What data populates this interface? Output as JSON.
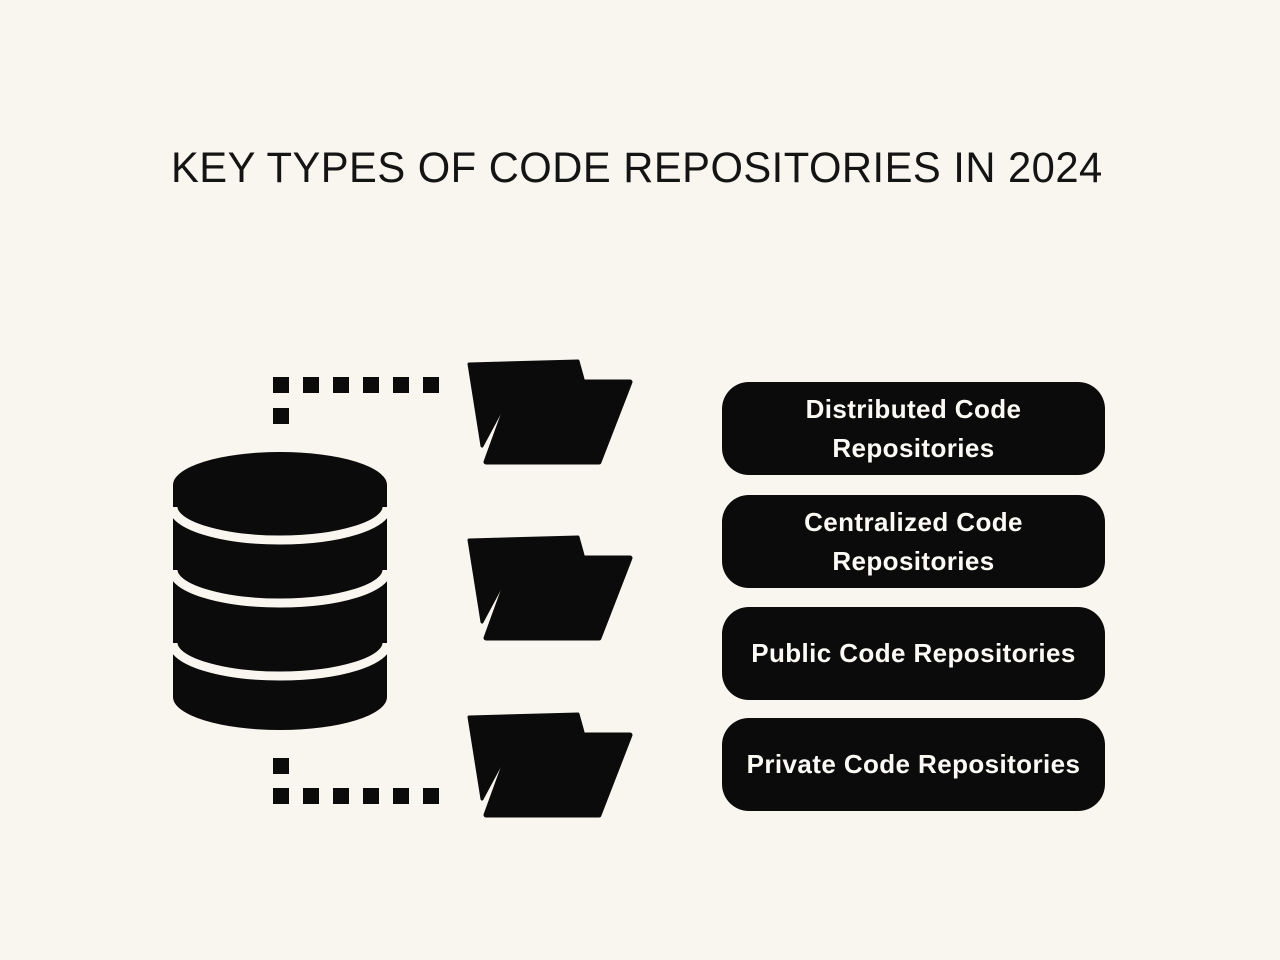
{
  "page": {
    "title": "KEY TYPES OF CODE REPOSITORIES IN 2024"
  },
  "colors": {
    "background": "#F8F6EF",
    "ink": "#0B0B0B",
    "pill_background": "#0B0B0B",
    "pill_text": "#FBFAF5",
    "title_text": "#141414"
  },
  "icons": {
    "database": "database-icon",
    "folders": [
      "open-folder-icon",
      "open-folder-icon",
      "open-folder-icon"
    ],
    "connectors": [
      "dashed-elbow-connector-top",
      "dashed-elbow-connector-bottom"
    ]
  },
  "pills": [
    {
      "label": "Distributed Code Repositories"
    },
    {
      "label": "Centralized Code Repositories"
    },
    {
      "label": "Public Code Repositories"
    },
    {
      "label": "Private Code Repositories"
    }
  ]
}
